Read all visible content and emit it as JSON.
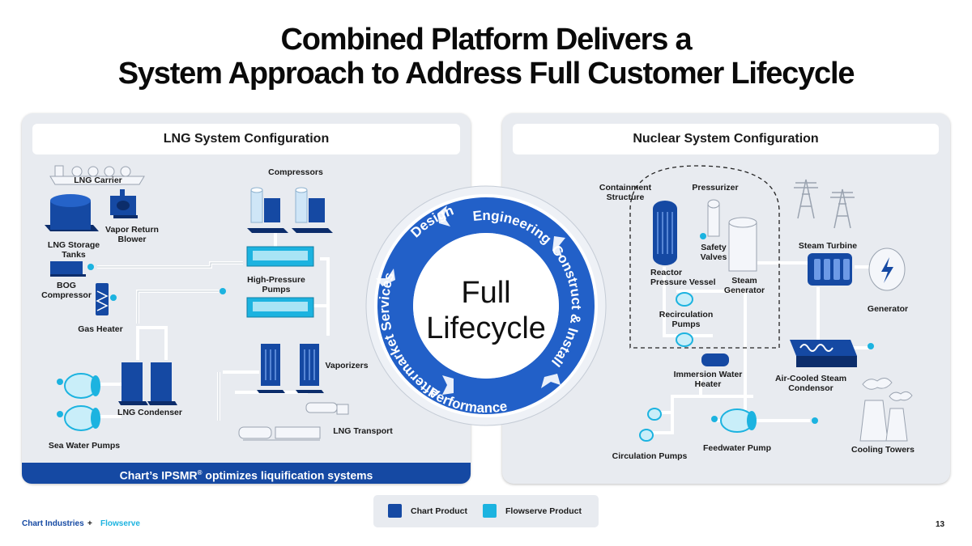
{
  "title": {
    "line1": "Combined Platform Delivers a",
    "line2": "System Approach to Address Full Customer Lifecycle"
  },
  "lng_panel": {
    "heading": "LNG System Configuration",
    "footer_prefix": "Chart’s IPSMR",
    "footer_sup": "®",
    "footer_suffix": " optimizes liquification systems",
    "labels": {
      "lng_carrier": "LNG Carrier",
      "compressors": "Compressors",
      "vapor_return_blower": "Vapor Return Blower",
      "lng_storage_tanks": "LNG Storage Tanks",
      "bog_compressor": "BOG Compressor",
      "high_pressure_pumps": "High-Pressure Pumps",
      "gas_heater": "Gas Heater",
      "vaporizers": "Vaporizers",
      "lng_condenser": "LNG Condenser",
      "lng_transport": "LNG Transport",
      "sea_water_pumps": "Sea Water Pumps"
    }
  },
  "nuclear_panel": {
    "heading": "Nuclear System Configuration",
    "labels": {
      "containment_structure": "Containment Structure",
      "pressurizer": "Pressurizer",
      "safety_valves": "Safety Valves",
      "steam_turbine": "Steam Turbine",
      "reactor_pressure_vessel": "Reactor Pressure Vessel",
      "steam_generator": "Steam Generator",
      "generator": "Generator",
      "recirculation_pumps": "Recirculation Pumps",
      "immersion_water_heater": "Immersion Water Heater",
      "air_cooled_steam_condensor": "Air-Cooled Steam Condensor",
      "feedwater_pump": "Feedwater Pump",
      "circulation_pumps": "Circulation Pumps",
      "cooling_towers": "Cooling Towers"
    }
  },
  "lifecycle": {
    "center_line1": "Full",
    "center_line2": "Lifecycle",
    "stages": [
      "Engineering",
      "Construct & Install",
      "Performance",
      "Aftermarket Services",
      "Design"
    ]
  },
  "legend": {
    "chart_product": "Chart Product",
    "flowserve_product": "Flowserve Product"
  },
  "colors": {
    "chart_product": "#1549a3",
    "flowserve_product": "#1cb3e0",
    "ring_dark": "#1a4fb8",
    "ring_light": "#3d7be0"
  },
  "brand": {
    "chart": "Chart Industries",
    "plus": "+",
    "flowserve": "Flowserve"
  },
  "page_number": "13"
}
